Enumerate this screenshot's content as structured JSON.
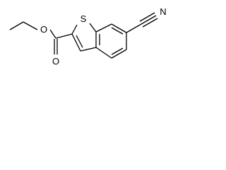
{
  "molecule": {
    "atoms": {
      "sulfur": "S",
      "nitrogen": "N",
      "oxygen_carbonyl": "O",
      "oxygen_ester": "O"
    },
    "colors": {
      "ink": "#000000",
      "background": "#ffffff"
    }
  }
}
